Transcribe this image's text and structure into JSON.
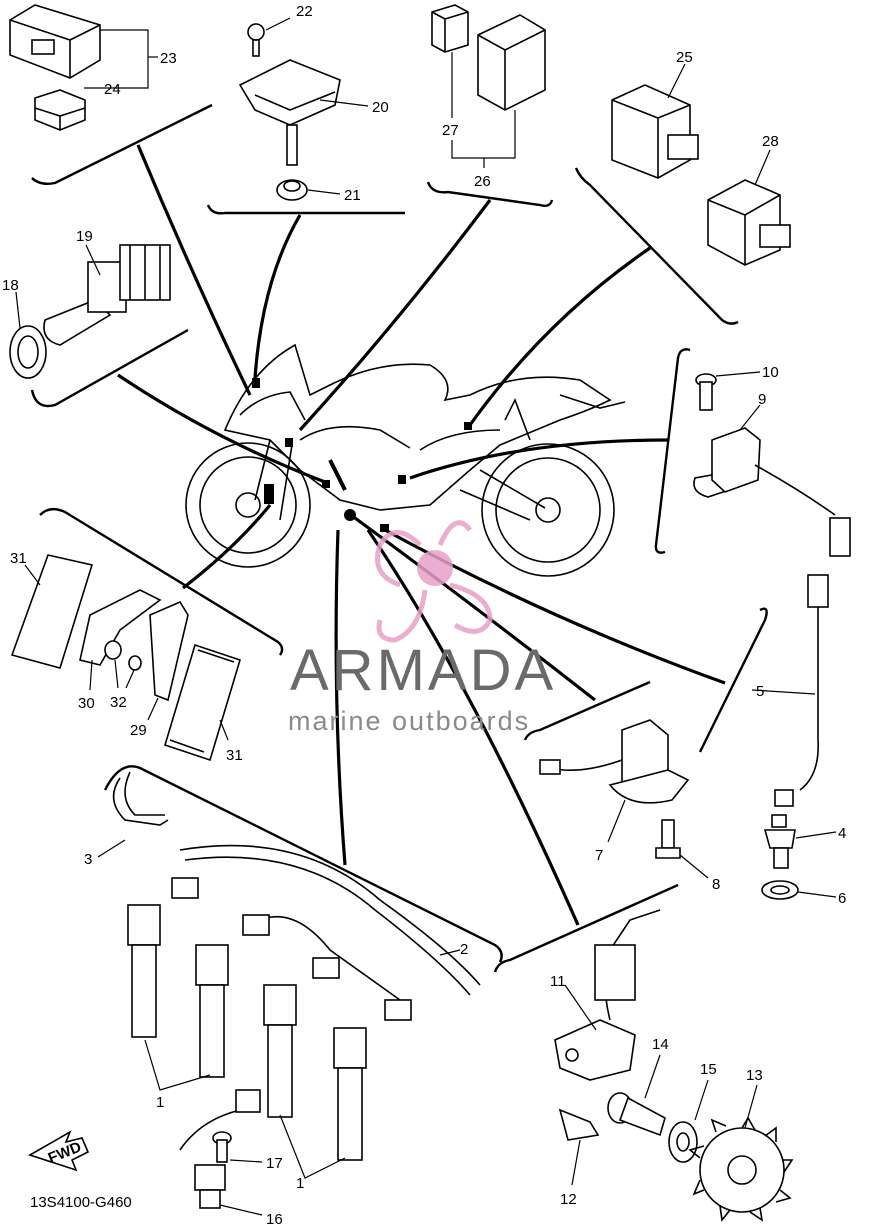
{
  "diagram": {
    "code": "13S4100-G460",
    "fwd_label": "FWD",
    "watermark": {
      "brand": "ARMADA",
      "tagline": "marine outboards",
      "colors": {
        "logo": "#e8a0c8",
        "text": "#6a6a6a",
        "tagline": "#8a8a8a"
      }
    },
    "callouts": {
      "c1": "1",
      "c2": "2",
      "c3": "3",
      "c4": "4",
      "c5": "5",
      "c6": "6",
      "c7": "7",
      "c8": "8",
      "c9": "9",
      "c10": "10",
      "c11": "11",
      "c12": "12",
      "c13": "13",
      "c14": "14",
      "c15": "15",
      "c16": "16",
      "c17": "17",
      "c18": "18",
      "c19": "19",
      "c20": "20",
      "c21": "21",
      "c22": "22",
      "c23": "23",
      "c24": "24",
      "c25": "25",
      "c26": "26",
      "c27": "27",
      "c28": "28",
      "c29": "29",
      "c30": "30",
      "c31": "31",
      "c32": "32"
    }
  }
}
